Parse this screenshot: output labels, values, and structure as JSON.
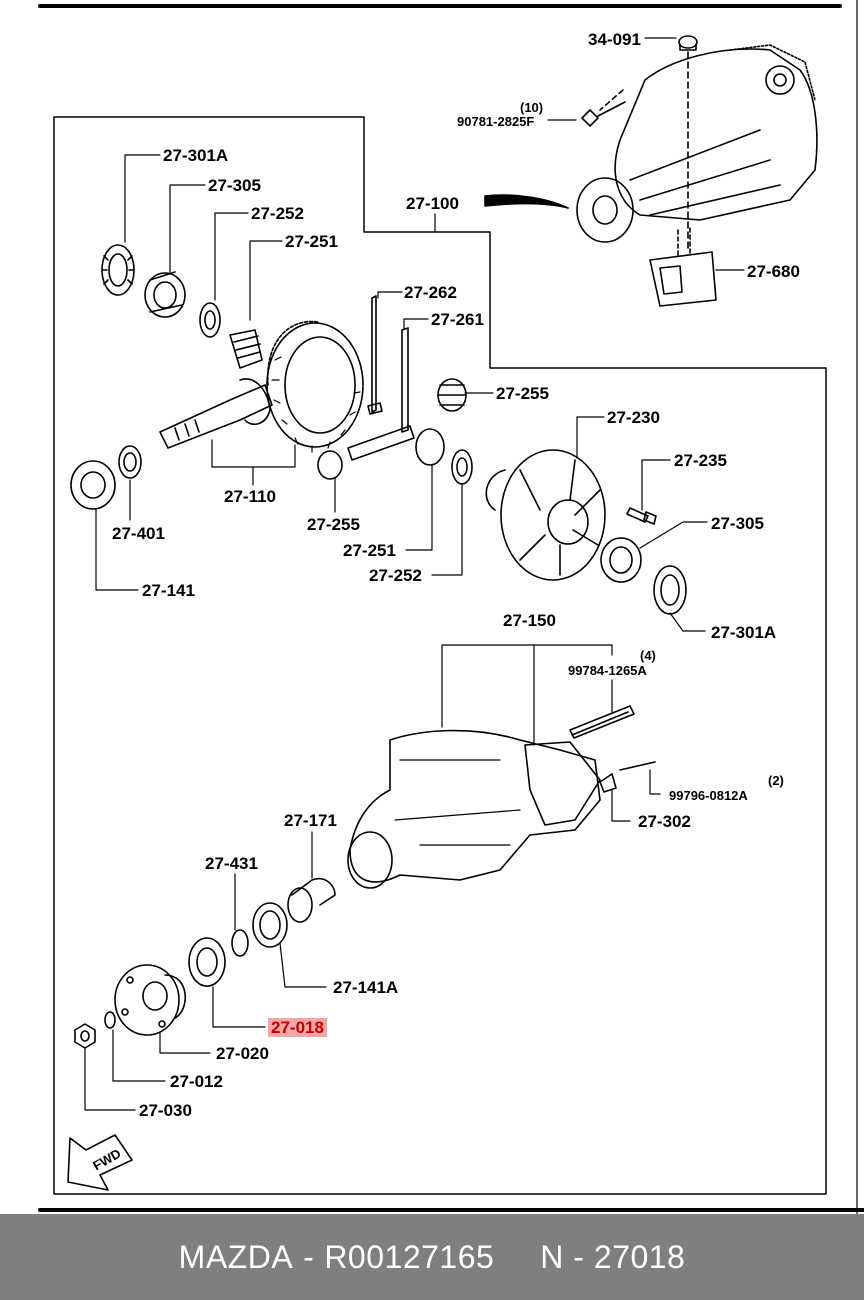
{
  "diagram": {
    "labels": {
      "p34_091": "34-091",
      "p90781_qty": "(10)",
      "p90781": "90781-2825F",
      "p27_100": "27-100",
      "p27_680": "27-680",
      "p27_301A_top": "27-301A",
      "p27_305_top": "27-305",
      "p27_252_top": "27-252",
      "p27_251_top": "27-251",
      "p27_262": "27-262",
      "p27_261": "27-261",
      "p27_255_top": "27-255",
      "p27_230": "27-230",
      "p27_235": "27-235",
      "p27_305_right": "27-305",
      "p27_301A_right": "27-301A",
      "p27_110": "27-110",
      "p27_401": "27-401",
      "p27_141": "27-141",
      "p27_255_mid": "27-255",
      "p27_251_mid": "27-251",
      "p27_252_mid": "27-252",
      "p27_150": "27-150",
      "p99784_qty": "(4)",
      "p99784": "99784-1265A",
      "p99796_qty": "(2)",
      "p99796": "99796-0812A",
      "p27_302": "27-302",
      "p27_171": "27-171",
      "p27_431": "27-431",
      "p27_141A": "27-141A",
      "p27_018": "27-018",
      "p27_020": "27-020",
      "p27_012": "27-012",
      "p27_030": "27-030",
      "fwd": "FWD"
    },
    "highlight_color": "#f4a5a5"
  },
  "footer": {
    "brand": "MAZDA",
    "part_number": "R00127165",
    "reference": "N - 27018",
    "separator": "-"
  }
}
